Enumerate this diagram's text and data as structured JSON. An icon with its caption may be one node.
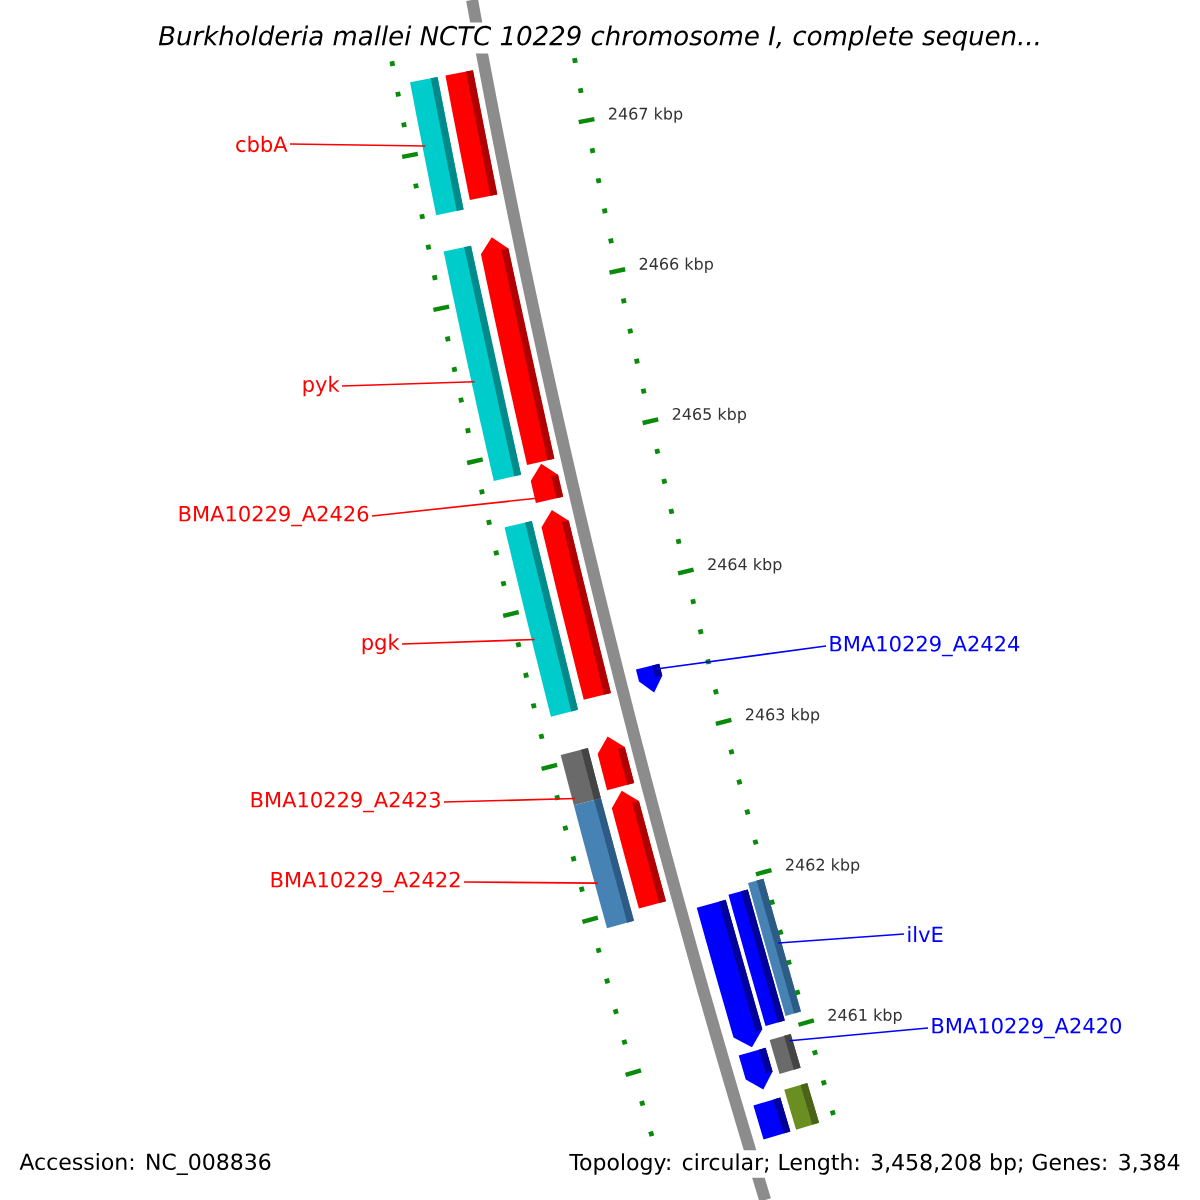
{
  "diagram": {
    "title": "*Burkholderia mallei* NCTC 10229 chromosome I, complete sequen...",
    "nodes": [
      {
        "text": [
          "cbbA"
        ]
      },
      {
        "text": [
          "pyk"
        ]
      },
      {
        "text": [
          "BMA10229_A2426"
        ]
      },
      {
        "text": [
          "pgk"
        ]
      },
      {
        "text": [
          "BMA10229_A2423"
        ]
      },
      {
        "text": [
          "BMA10229_A2422"
        ]
      },
      {
        "text": [
          "BMA10229_A2424"
        ]
      },
      {
        "text": [
          "ilvE"
        ]
      },
      {
        "text": [
          "BMA10229_A2420"
        ]
      },
      {
        "text": [],
        "shape": "bar"
      },
      {
        "text": [],
        "shape": "bar"
      },
      {
        "text": [],
        "shape": "bar"
      },
      {
        "text": [],
        "shape": "arrow"
      },
      {
        "text": [],
        "shape": "arrow"
      },
      {
        "text": [],
        "shape": "bar"
      },
      {
        "text": [],
        "shape": "arrow"
      },
      {
        "text": [],
        "shape": "arrow"
      },
      {
        "text": [],
        "shape": "arrow"
      },
      {
        "text": [],
        "shape": "bar"
      },
      {
        "text": [],
        "shape": "arrow"
      },
      {
        "text": [],
        "shape": "bar"
      },
      {
        "text": [],
        "shape": "bar"
      },
      {
        "text": [],
        "shape": "bar"
      },
      {
        "text": [],
        "shape": "arrow"
      },
      {
        "text": [],
        "shape": "bar"
      },
      {
        "text": [],
        "shape": "arrow"
      },
      {
        "text": [],
        "shape": "bar"
      },
      {
        "text": [],
        "shape": "bar"
      }
    ],
    "edges": [
      {
        "from": 0,
        "to": 9,
        "arrow": "none"
      },
      {
        "from": 1,
        "to": 11,
        "arrow": "none"
      },
      {
        "from": 2,
        "to": 13,
        "arrow": "none"
      },
      {
        "from": 3,
        "to": 14,
        "arrow": "none"
      },
      {
        "from": 4,
        "to": 18,
        "arrow": "none"
      },
      {
        "from": 5,
        "to": 20,
        "arrow": "none"
      },
      {
        "from": 6,
        "to": 16,
        "arrow": "none",
        "color": "#0000ff"
      },
      {
        "from": 7,
        "to": 21,
        "arrow": "none",
        "color": "#0000ff"
      },
      {
        "from": 8,
        "to": 24,
        "arrow": "none",
        "color": "#0000ff"
      }
    ],
    "labels": [
      "2467 kbp",
      "2466 kbp",
      "2465 kbp",
      "2464 kbp",
      "2463 kbp",
      "2462 kbp",
      "2461 kbp",
      "Accession: NC_008836",
      "Topology: circular; Length: 3,458,208 bp; Genes: 3,384"
    ]
  }
}
